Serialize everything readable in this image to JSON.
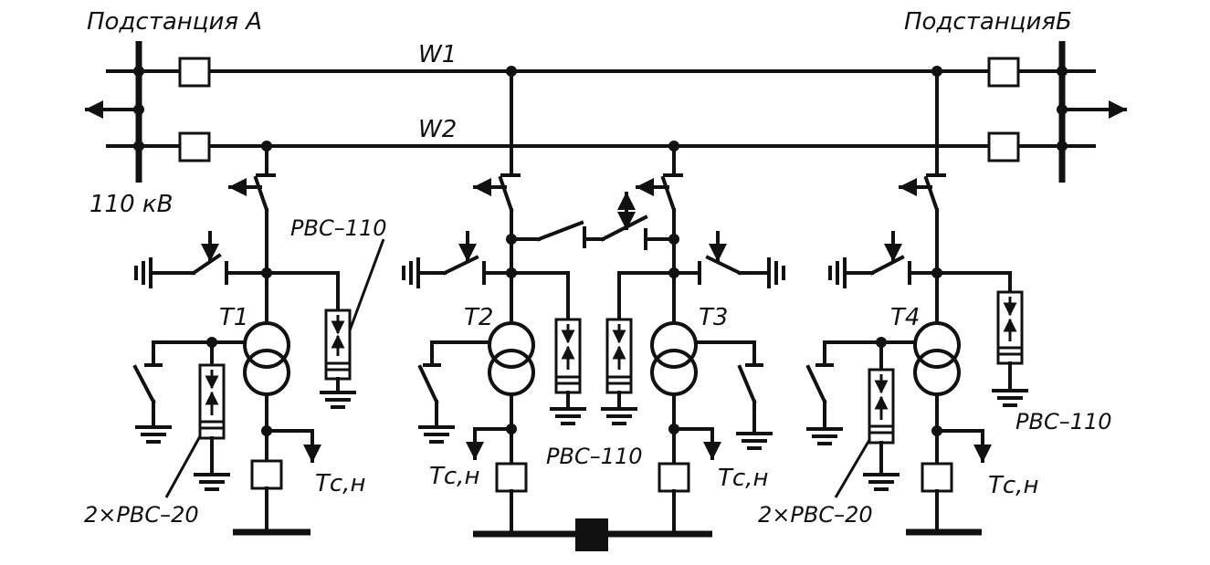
{
  "labels": {
    "substation_a": "Подстанция А",
    "substation_b": "ПодстанцияБ",
    "line_w1": "W1",
    "line_w2": "W2",
    "voltage": "110 кВ",
    "rvs110_t1": "РВС–110",
    "rvs110_mid": "РВС–110",
    "rvs110_t4": "РВС–110",
    "rvs20_t1": "2×РВС–20",
    "rvs20_t4": "2×РВС–20",
    "t1": "Т1",
    "t2": "Т2",
    "t3": "Т3",
    "t4": "Т4",
    "tsn_t1": "Тс,н",
    "tsn_t2": "Тс,н",
    "tsn_t3": "Тс,н",
    "tsn_t4": "Тс,н"
  }
}
